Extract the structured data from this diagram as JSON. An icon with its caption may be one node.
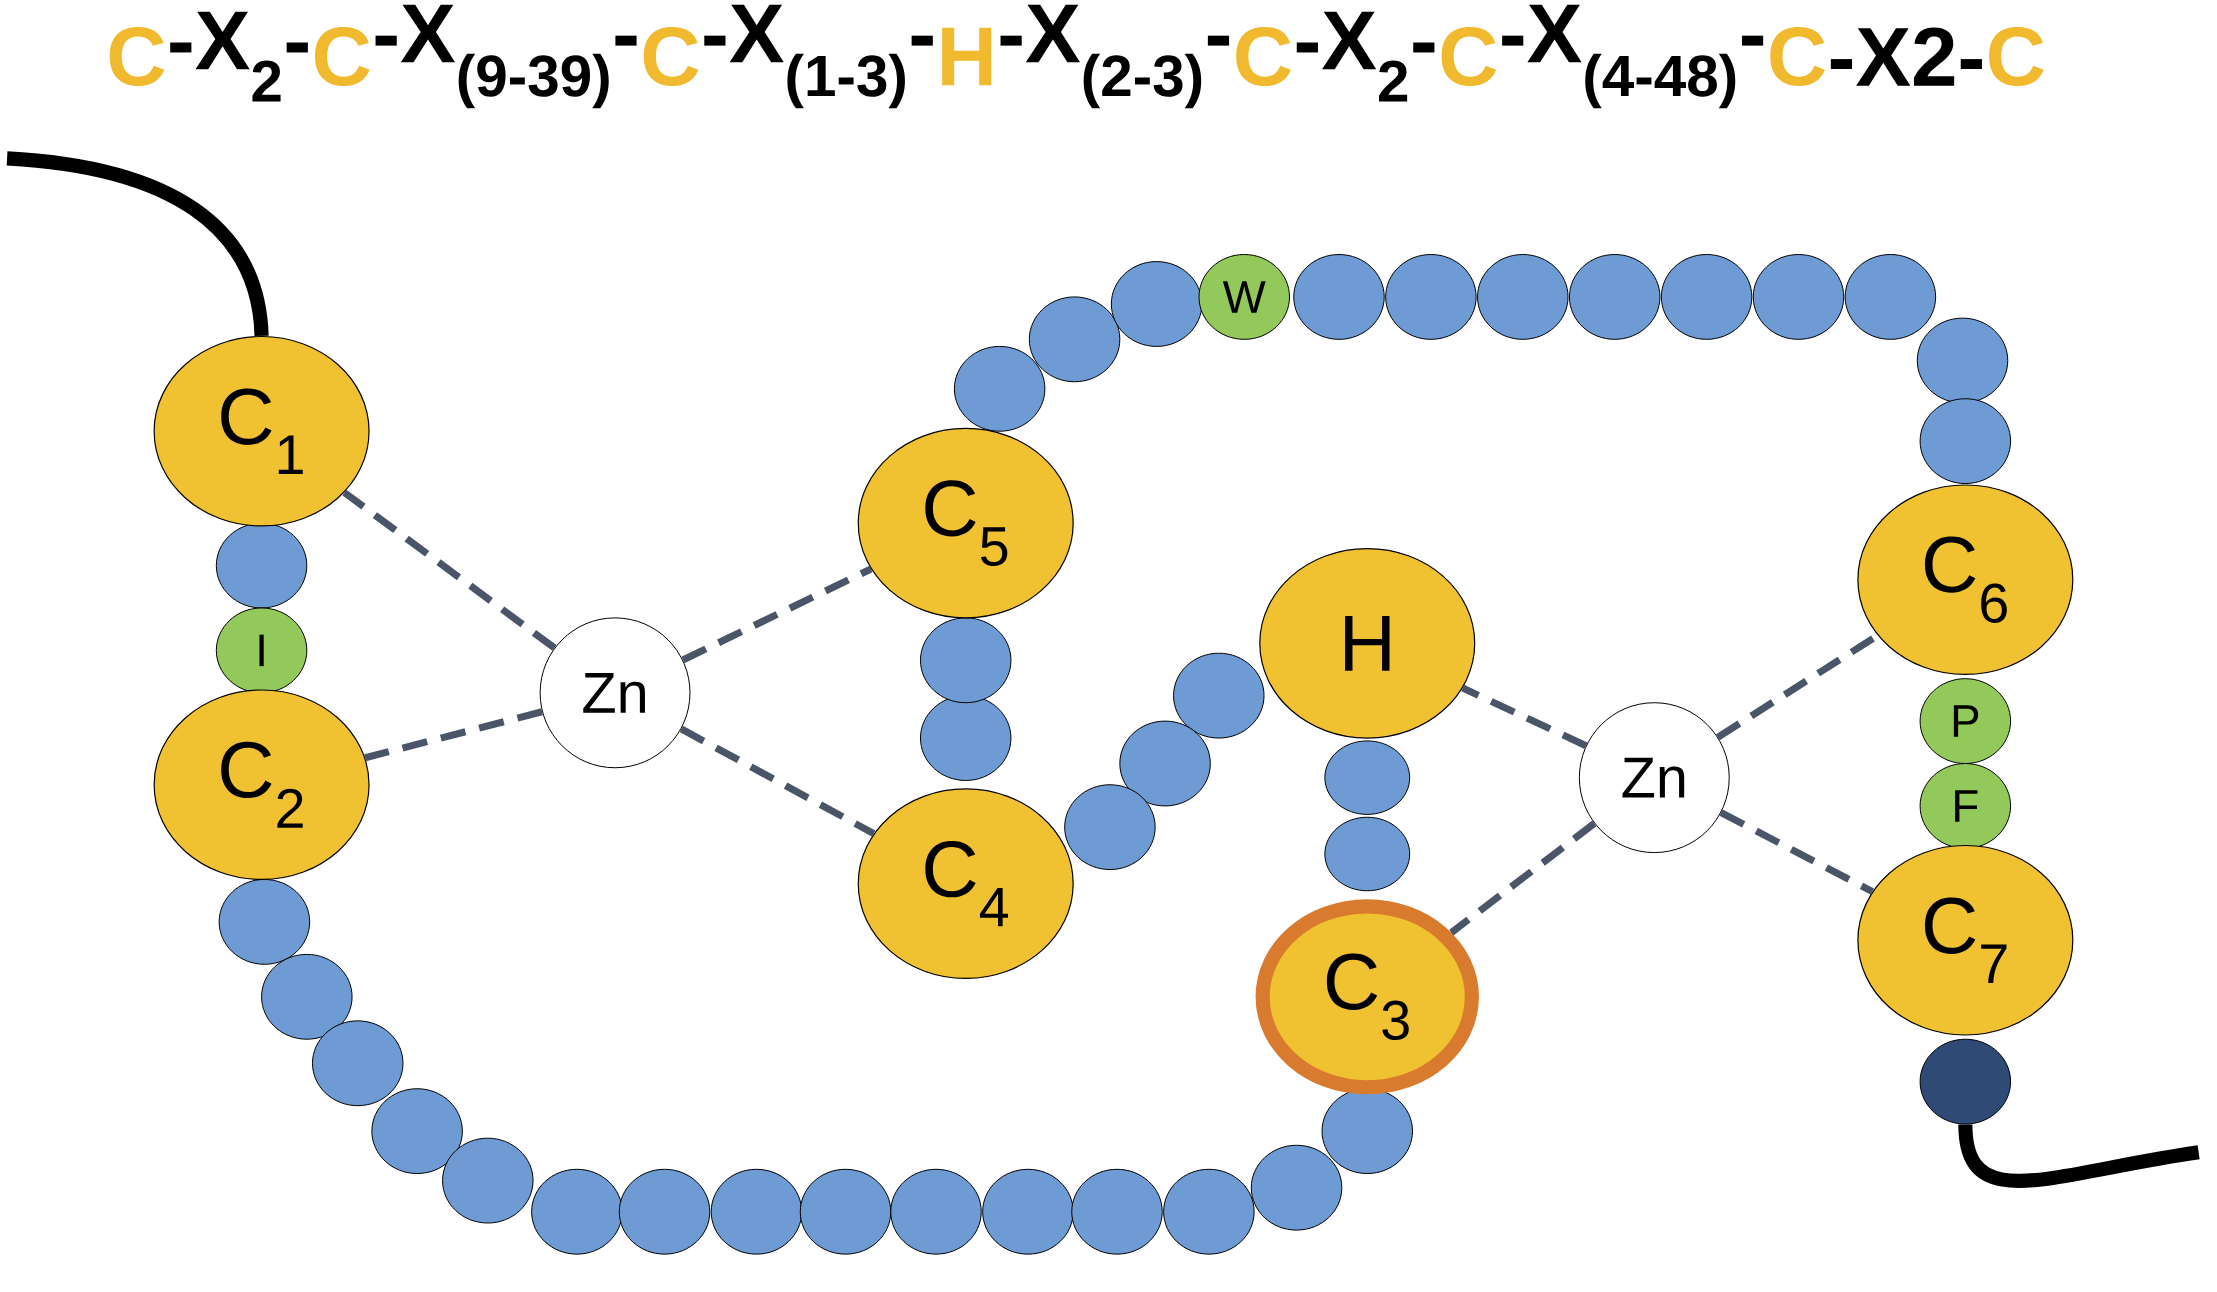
{
  "diagram": {
    "nodes": [
      {
        "text": [
          "C$_{1}$"
        ]
      },
      {
        "text": [],
        "shape": "circle"
      },
      {
        "text": [
          "I"
        ]
      },
      {
        "text": [
          "C$_{2}$"
        ]
      },
      {
        "text": [],
        "shape": "circle"
      },
      {
        "text": [],
        "shape": "circle"
      },
      {
        "text": [],
        "shape": "circle"
      },
      {
        "text": [],
        "shape": "circle"
      },
      {
        "text": [],
        "shape": "circle"
      },
      {
        "text": [],
        "shape": "circle"
      },
      {
        "text": [],
        "shape": "circle"
      },
      {
        "text": [],
        "shape": "circle"
      },
      {
        "text": [],
        "shape": "circle"
      },
      {
        "text": [],
        "shape": "circle"
      },
      {
        "text": [],
        "shape": "circle"
      },
      {
        "text": [],
        "shape": "circle"
      },
      {
        "text": [],
        "shape": "circle"
      },
      {
        "text": [],
        "shape": "circle"
      },
      {
        "text": [],
        "shape": "circle"
      },
      {
        "text": [
          "C$_{3}$"
        ]
      },
      {
        "text": [],
        "shape": "circle"
      },
      {
        "text": [],
        "shape": "circle"
      },
      {
        "text": [
          "H"
        ]
      },
      {
        "text": [],
        "shape": "circle"
      },
      {
        "text": [],
        "shape": "circle"
      },
      {
        "text": [],
        "shape": "circle"
      },
      {
        "text": [
          "C$_{4}$"
        ]
      },
      {
        "text": [],
        "shape": "circle"
      },
      {
        "text": [],
        "shape": "circle"
      },
      {
        "text": [
          "C$_{5}$"
        ]
      },
      {
        "text": [],
        "shape": "circle"
      },
      {
        "text": [],
        "shape": "circle"
      },
      {
        "text": [],
        "shape": "circle"
      },
      {
        "text": [
          "W"
        ]
      },
      {
        "text": [],
        "shape": "circle"
      },
      {
        "text": [],
        "shape": "circle"
      },
      {
        "text": [],
        "shape": "circle"
      },
      {
        "text": [],
        "shape": "circle"
      },
      {
        "text": [],
        "shape": "circle"
      },
      {
        "text": [],
        "shape": "circle"
      },
      {
        "text": [],
        "shape": "circle"
      },
      {
        "text": [],
        "shape": "circle"
      },
      {
        "text": [],
        "shape": "circle"
      },
      {
        "text": [
          "C$_{6}$"
        ]
      },
      {
        "text": [
          "P"
        ]
      },
      {
        "text": [
          "F"
        ]
      },
      {
        "text": [
          "C$_{7}$"
        ]
      },
      {
        "text": [],
        "shape": "circle"
      },
      {
        "text": [
          "Zn"
        ]
      },
      {
        "text": [
          "Zn"
        ]
      }
    ],
    "edges": [
      {
        "from": null,
        "to": 0,
        "arrow": "none",
        "style": "thick",
        "color": "#000000"
      },
      {
        "from": 48,
        "to": 0,
        "arrow": "none",
        "style": "dashed"
      },
      {
        "from": 48,
        "to": 3,
        "arrow": "none",
        "style": "dashed"
      },
      {
        "from": 48,
        "to": 29,
        "arrow": "none",
        "style": "dashed"
      },
      {
        "from": 48,
        "to": 26,
        "arrow": "none",
        "style": "dashed"
      },
      {
        "from": 49,
        "to": 22,
        "arrow": "none",
        "style": "dashed"
      },
      {
        "from": 49,
        "to": 19,
        "arrow": "none",
        "style": "dashed"
      },
      {
        "from": 49,
        "to": 43,
        "arrow": "none",
        "style": "dashed"
      },
      {
        "from": 49,
        "to": 46,
        "arrow": "none",
        "style": "dashed"
      },
      {
        "from": 47,
        "to": null,
        "arrow": "none",
        "style": "thick",
        "color": "#000000"
      }
    ],
    "labels": [
      "C",
      "-X$_{2}$-",
      "C",
      "-X$_{(9-39)}$-",
      "C",
      "-X$_{(1-3)}$-",
      "H",
      "-X$_{(2-3)}$-",
      "C",
      "-X$_{2}$-",
      "C",
      "-X$_{(4-48)}$-",
      "C",
      "-X2-",
      "C"
    ]
  }
}
